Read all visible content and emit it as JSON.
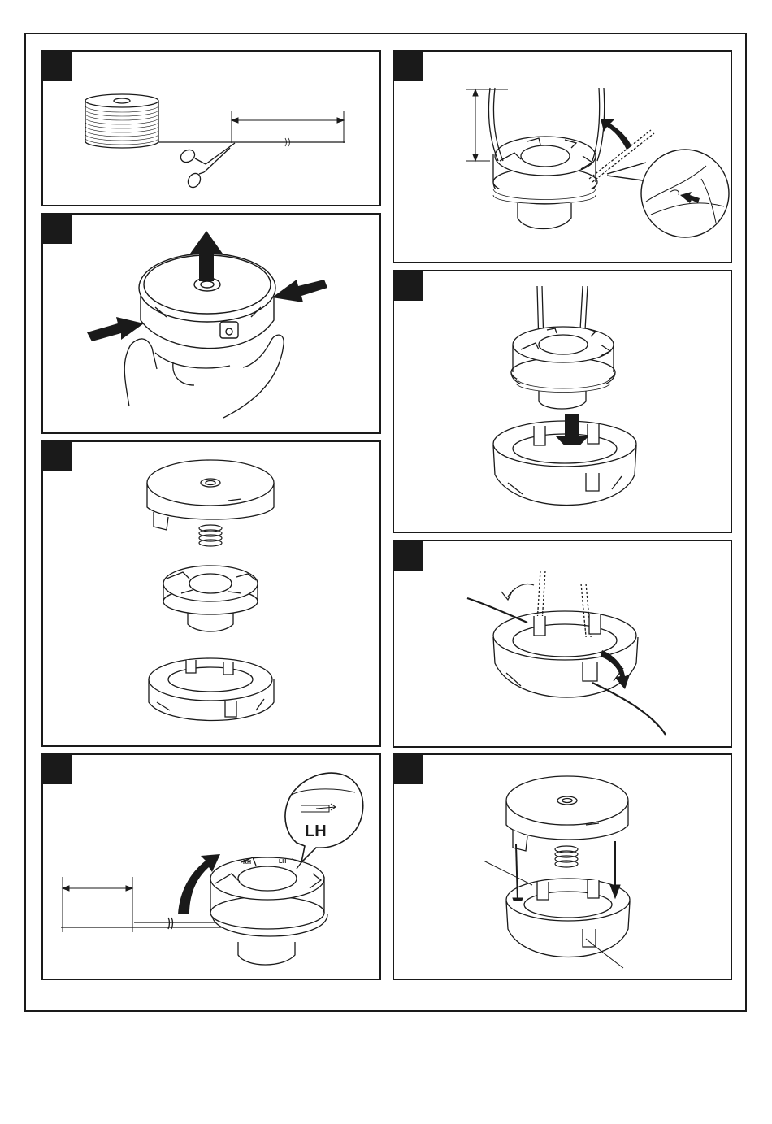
{
  "figure": {
    "callout_label": "LH",
    "spool_small_labels": [
      "RH",
      "LH"
    ]
  },
  "panels": [
    {
      "id": "cut-line",
      "icons": [
        "line-spool-icon",
        "scissors-icon",
        "length-dimension-icon"
      ]
    },
    {
      "id": "press-tabs",
      "icons": [
        "hand-icon",
        "arrow-up-icon",
        "press-arrow-icon"
      ]
    },
    {
      "id": "exploded-view",
      "icons": [
        "cover-icon",
        "spring-icon",
        "spool-icon",
        "base-icon"
      ]
    },
    {
      "id": "wind-line",
      "icons": [
        "spool-icon",
        "rotate-arrow-icon",
        "callout-icon"
      ]
    },
    {
      "id": "line-ends",
      "icons": [
        "spool-icon",
        "line-icon",
        "magnifier-callout-icon"
      ]
    },
    {
      "id": "insert-spool",
      "icons": [
        "spool-icon",
        "arrow-down-icon",
        "base-icon"
      ]
    },
    {
      "id": "thread-eyelets",
      "icons": [
        "base-icon",
        "line-icon",
        "pull-arrow-icon"
      ]
    },
    {
      "id": "reassemble",
      "icons": [
        "cover-icon",
        "spring-icon",
        "base-icon",
        "arrow-down-icon"
      ]
    }
  ],
  "colors": {
    "ink": "#1a1a1a",
    "paper": "#ffffff",
    "shade": "#d9d9d9"
  }
}
